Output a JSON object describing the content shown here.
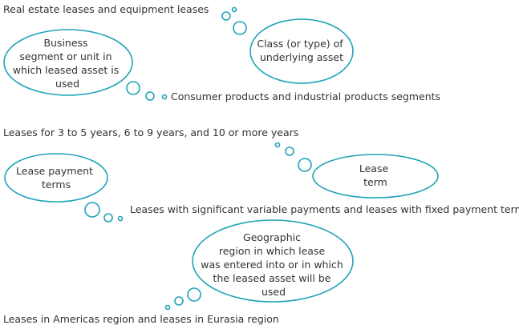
{
  "accent_color": "#1fa3b8",
  "examples": {
    "asset_class": "Real estate leases and equipment leases",
    "business_segment": "Consumer products and industrial products segments",
    "lease_term": "Leases for 3 to 5 years, 6 to 9 years, and 10 or more years",
    "payment_terms": "Leases with significant variable payments and leases with fixed payment terms",
    "geographic_region": "Leases in Americas region and leases in Eurasia region"
  },
  "bubbles": {
    "business_segment": [
      "Business",
      "segment or unit in",
      "which leased asset is",
      "used"
    ],
    "asset_class": [
      "Class (or type) of",
      "underlying asset"
    ],
    "payment_terms": [
      "Lease payment",
      "terms"
    ],
    "lease_term": [
      "Lease",
      "term"
    ],
    "geographic_region": [
      "Geographic",
      "region in which lease",
      "was entered into or in which",
      "the leased asset will be",
      "used"
    ]
  }
}
